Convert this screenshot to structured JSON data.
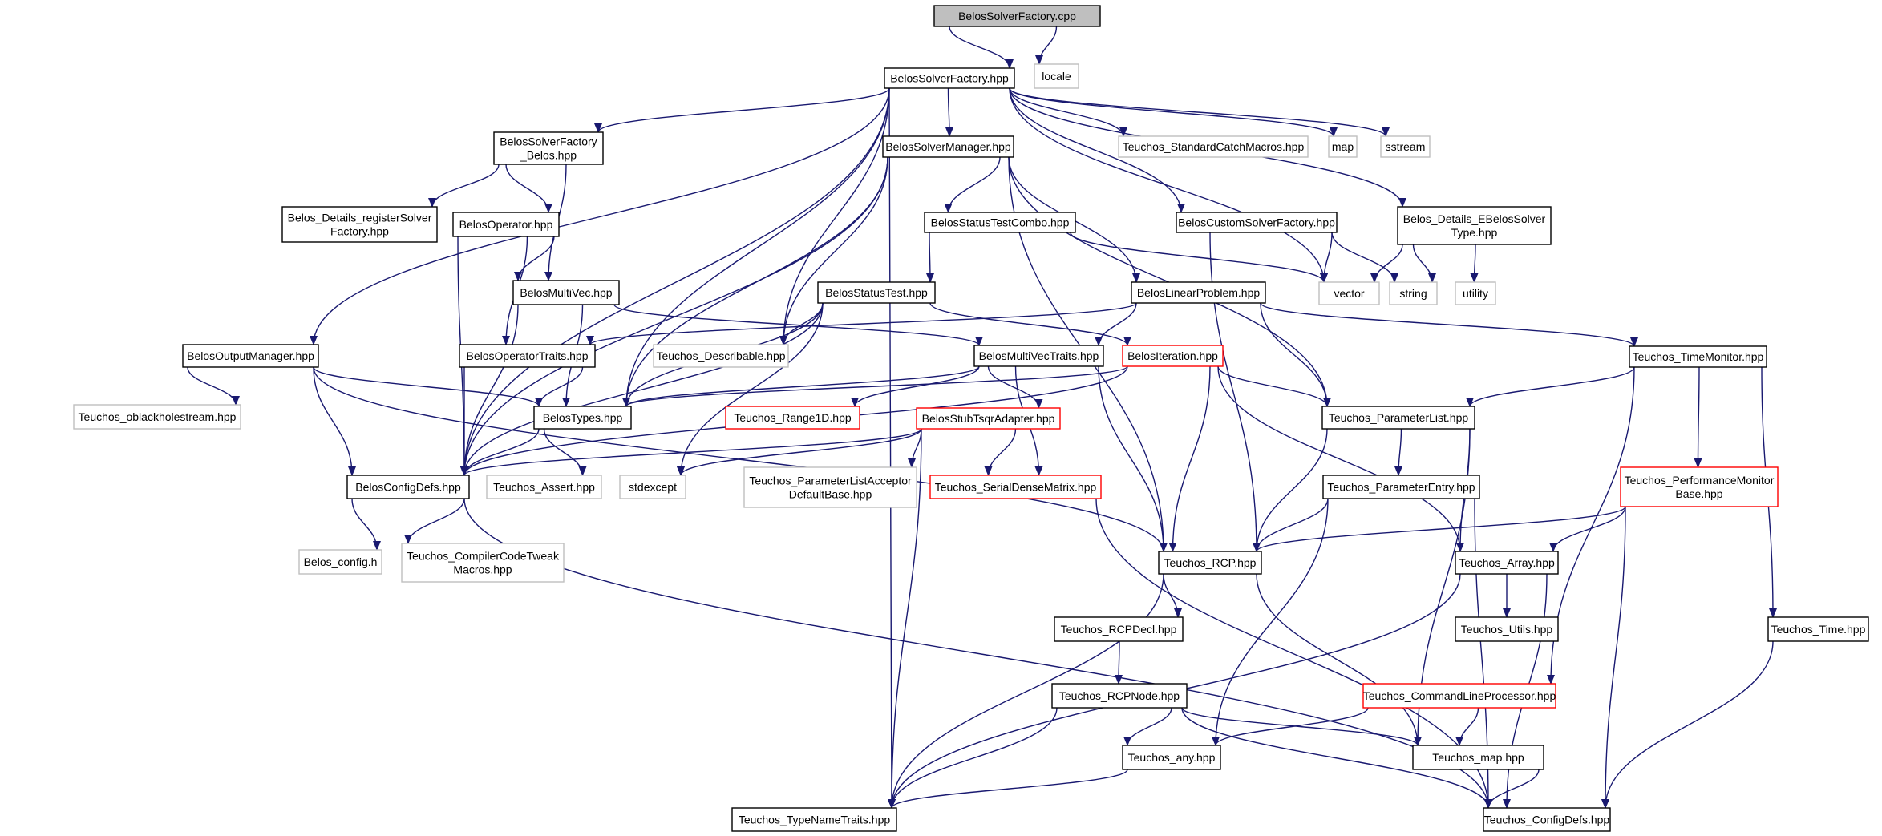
{
  "colors": {
    "background": "#ffffff",
    "edge": "#191970",
    "node_border_normal": "#000000",
    "node_border_external": "#bfbfbf",
    "node_border_truncated": "#ff0000",
    "node_fill_root": "#bfbfbf",
    "node_fill": "#ffffff",
    "text": "#000000"
  },
  "nodes": [
    {
      "id": "root",
      "lines": [
        "BelosSolverFactory.cpp"
      ],
      "kind": "root"
    },
    {
      "id": "bsf_hpp",
      "lines": [
        "BelosSolverFactory.hpp"
      ],
      "kind": "normal"
    },
    {
      "id": "locale",
      "lines": [
        "locale"
      ],
      "kind": "external"
    },
    {
      "id": "bsf_belos",
      "lines": [
        "BelosSolverFactory",
        "_Belos.hpp"
      ],
      "kind": "normal"
    },
    {
      "id": "bsm",
      "lines": [
        "BelosSolverManager.hpp"
      ],
      "kind": "normal"
    },
    {
      "id": "t_scm",
      "lines": [
        "Teuchos_StandardCatchMacros.hpp"
      ],
      "kind": "external"
    },
    {
      "id": "map",
      "lines": [
        "map"
      ],
      "kind": "external"
    },
    {
      "id": "sstream",
      "lines": [
        "sstream"
      ],
      "kind": "external"
    },
    {
      "id": "b_reg",
      "lines": [
        "Belos_Details_registerSolver",
        "Factory.hpp"
      ],
      "kind": "normal"
    },
    {
      "id": "b_op",
      "lines": [
        "BelosOperator.hpp"
      ],
      "kind": "normal"
    },
    {
      "id": "bstc",
      "lines": [
        "BelosStatusTestCombo.hpp"
      ],
      "kind": "normal"
    },
    {
      "id": "bcsf",
      "lines": [
        "BelosCustomSolverFactory.hpp"
      ],
      "kind": "normal"
    },
    {
      "id": "b_ebs",
      "lines": [
        "Belos_Details_EBelosSolver",
        "Type.hpp"
      ],
      "kind": "normal"
    },
    {
      "id": "bmv",
      "lines": [
        "BelosMultiVec.hpp"
      ],
      "kind": "normal"
    },
    {
      "id": "bst",
      "lines": [
        "BelosStatusTest.hpp"
      ],
      "kind": "normal"
    },
    {
      "id": "blp",
      "lines": [
        "BelosLinearProblem.hpp"
      ],
      "kind": "normal"
    },
    {
      "id": "vector",
      "lines": [
        "vector"
      ],
      "kind": "external"
    },
    {
      "id": "string",
      "lines": [
        "string"
      ],
      "kind": "external"
    },
    {
      "id": "utility",
      "lines": [
        "utility"
      ],
      "kind": "external"
    },
    {
      "id": "bom",
      "lines": [
        "BelosOutputManager.hpp"
      ],
      "kind": "normal"
    },
    {
      "id": "bot",
      "lines": [
        "BelosOperatorTraits.hpp"
      ],
      "kind": "normal"
    },
    {
      "id": "t_desc",
      "lines": [
        "Teuchos_Describable.hpp"
      ],
      "kind": "external"
    },
    {
      "id": "bmvt",
      "lines": [
        "BelosMultiVecTraits.hpp"
      ],
      "kind": "normal"
    },
    {
      "id": "biter",
      "lines": [
        "BelosIteration.hpp"
      ],
      "kind": "truncated"
    },
    {
      "id": "t_tm",
      "lines": [
        "Teuchos_TimeMonitor.hpp"
      ],
      "kind": "normal"
    },
    {
      "id": "t_obh",
      "lines": [
        "Teuchos_oblackholestream.hpp"
      ],
      "kind": "external"
    },
    {
      "id": "btypes",
      "lines": [
        "BelosTypes.hpp"
      ],
      "kind": "normal"
    },
    {
      "id": "t_r1d",
      "lines": [
        "Teuchos_Range1D.hpp"
      ],
      "kind": "truncated"
    },
    {
      "id": "bsta",
      "lines": [
        "BelosStubTsqrAdapter.hpp"
      ],
      "kind": "truncated"
    },
    {
      "id": "t_pl",
      "lines": [
        "Teuchos_ParameterList.hpp"
      ],
      "kind": "normal"
    },
    {
      "id": "bcd",
      "lines": [
        "BelosConfigDefs.hpp"
      ],
      "kind": "normal"
    },
    {
      "id": "t_assert",
      "lines": [
        "Teuchos_Assert.hpp"
      ],
      "kind": "external"
    },
    {
      "id": "stdexcept",
      "lines": [
        "stdexcept"
      ],
      "kind": "external"
    },
    {
      "id": "t_plada",
      "lines": [
        "Teuchos_ParameterListAcceptor",
        "DefaultBase.hpp"
      ],
      "kind": "external"
    },
    {
      "id": "t_sdm",
      "lines": [
        "Teuchos_SerialDenseMatrix.hpp"
      ],
      "kind": "truncated"
    },
    {
      "id": "t_pe",
      "lines": [
        "Teuchos_ParameterEntry.hpp"
      ],
      "kind": "normal"
    },
    {
      "id": "t_pmb",
      "lines": [
        "Teuchos_PerformanceMonitor",
        "Base.hpp"
      ],
      "kind": "truncated"
    },
    {
      "id": "b_config",
      "lines": [
        "Belos_config.h"
      ],
      "kind": "external"
    },
    {
      "id": "t_cct",
      "lines": [
        "Teuchos_CompilerCodeTweak",
        "Macros.hpp"
      ],
      "kind": "external"
    },
    {
      "id": "t_rcp",
      "lines": [
        "Teuchos_RCP.hpp"
      ],
      "kind": "normal"
    },
    {
      "id": "t_array",
      "lines": [
        "Teuchos_Array.hpp"
      ],
      "kind": "normal"
    },
    {
      "id": "t_rcpdecl",
      "lines": [
        "Teuchos_RCPDecl.hpp"
      ],
      "kind": "normal"
    },
    {
      "id": "t_utils",
      "lines": [
        "Teuchos_Utils.hpp"
      ],
      "kind": "normal"
    },
    {
      "id": "t_time",
      "lines": [
        "Teuchos_Time.hpp"
      ],
      "kind": "normal"
    },
    {
      "id": "t_rcpnode",
      "lines": [
        "Teuchos_RCPNode.hpp"
      ],
      "kind": "normal"
    },
    {
      "id": "t_clp",
      "lines": [
        "Teuchos_CommandLineProcessor.hpp"
      ],
      "kind": "truncated"
    },
    {
      "id": "t_any",
      "lines": [
        "Teuchos_any.hpp"
      ],
      "kind": "normal"
    },
    {
      "id": "t_map",
      "lines": [
        "Teuchos_map.hpp"
      ],
      "kind": "normal"
    },
    {
      "id": "t_tnt",
      "lines": [
        "Teuchos_TypeNameTraits.hpp"
      ],
      "kind": "normal"
    },
    {
      "id": "t_cd",
      "lines": [
        "Teuchos_ConfigDefs.hpp"
      ],
      "kind": "normal"
    }
  ],
  "edges": [
    [
      "root",
      "bsf_hpp"
    ],
    [
      "root",
      "locale"
    ],
    [
      "bsf_hpp",
      "bsf_belos"
    ],
    [
      "bsf_hpp",
      "bsm"
    ],
    [
      "bsf_hpp",
      "t_scm"
    ],
    [
      "bsf_hpp",
      "map"
    ],
    [
      "bsf_hpp",
      "sstream"
    ],
    [
      "bsf_hpp",
      "bcsf"
    ],
    [
      "bsf_hpp",
      "b_ebs"
    ],
    [
      "bsf_hpp",
      "bom"
    ],
    [
      "bsf_hpp",
      "bcd"
    ],
    [
      "bsf_hpp",
      "t_tnt"
    ],
    [
      "bsf_hpp",
      "t_desc"
    ],
    [
      "bsf_hpp",
      "vector"
    ],
    [
      "bsf_hpp",
      "btypes"
    ],
    [
      "bsf_belos",
      "b_reg"
    ],
    [
      "bsf_belos",
      "b_op"
    ],
    [
      "bsf_belos",
      "bmv"
    ],
    [
      "bsm",
      "bstc"
    ],
    [
      "bsm",
      "blp"
    ],
    [
      "bsm",
      "t_desc"
    ],
    [
      "bsm",
      "btypes"
    ],
    [
      "bsm",
      "bcd"
    ],
    [
      "bsm",
      "t_rcp"
    ],
    [
      "bsm",
      "t_pl"
    ],
    [
      "bstc",
      "bst"
    ],
    [
      "bstc",
      "vector"
    ],
    [
      "bcsf",
      "vector"
    ],
    [
      "bcsf",
      "string"
    ],
    [
      "bcsf",
      "t_rcp"
    ],
    [
      "b_ebs",
      "vector"
    ],
    [
      "b_ebs",
      "string"
    ],
    [
      "b_ebs",
      "utility"
    ],
    [
      "b_op",
      "bmv"
    ],
    [
      "b_op",
      "bot"
    ],
    [
      "b_op",
      "bcd"
    ],
    [
      "bmv",
      "bmvt"
    ],
    [
      "bmv",
      "btypes"
    ],
    [
      "bmv",
      "bcd"
    ],
    [
      "bst",
      "t_desc"
    ],
    [
      "bst",
      "btypes"
    ],
    [
      "bst",
      "biter"
    ],
    [
      "bst",
      "stdexcept"
    ],
    [
      "bst",
      "bcd"
    ],
    [
      "blp",
      "bmvt"
    ],
    [
      "blp",
      "bot"
    ],
    [
      "blp",
      "t_pl"
    ],
    [
      "blp",
      "t_tm"
    ],
    [
      "bom",
      "t_obh"
    ],
    [
      "bom",
      "btypes"
    ],
    [
      "bom",
      "bcd"
    ],
    [
      "bom",
      "t_rcp"
    ],
    [
      "bot",
      "btypes"
    ],
    [
      "bot",
      "bcd"
    ],
    [
      "bmvt",
      "t_r1d"
    ],
    [
      "bmvt",
      "bsta"
    ],
    [
      "bmvt",
      "t_sdm"
    ],
    [
      "bmvt",
      "t_rcp"
    ],
    [
      "bmvt",
      "btypes"
    ],
    [
      "biter",
      "btypes"
    ],
    [
      "biter",
      "bcd"
    ],
    [
      "biter",
      "t_pl"
    ],
    [
      "biter",
      "t_rcp"
    ],
    [
      "biter",
      "t_array"
    ],
    [
      "bsta",
      "bcd"
    ],
    [
      "bsta",
      "stdexcept"
    ],
    [
      "bsta",
      "t_plada"
    ],
    [
      "bsta",
      "t_sdm"
    ],
    [
      "bsta",
      "t_tnt"
    ],
    [
      "btypes",
      "bcd"
    ],
    [
      "btypes",
      "t_assert"
    ],
    [
      "bcd",
      "b_config"
    ],
    [
      "bcd",
      "t_cct"
    ],
    [
      "bcd",
      "t_cd"
    ],
    [
      "t_tm",
      "t_pl"
    ],
    [
      "t_tm",
      "t_pmb"
    ],
    [
      "t_tm",
      "t_time"
    ],
    [
      "t_tm",
      "t_clp"
    ],
    [
      "t_pl",
      "t_pe"
    ],
    [
      "t_pl",
      "t_rcp"
    ],
    [
      "t_pl",
      "t_array"
    ],
    [
      "t_pl",
      "t_map"
    ],
    [
      "t_pe",
      "t_rcp"
    ],
    [
      "t_pe",
      "t_any"
    ],
    [
      "t_pe",
      "t_cd"
    ],
    [
      "t_pmb",
      "t_rcp"
    ],
    [
      "t_pmb",
      "t_array"
    ],
    [
      "t_pmb",
      "t_cd"
    ],
    [
      "t_sdm",
      "t_cd"
    ],
    [
      "t_rcp",
      "t_rcpdecl"
    ],
    [
      "t_rcp",
      "t_tnt"
    ],
    [
      "t_rcp",
      "t_map"
    ],
    [
      "t_rcpdecl",
      "t_rcpnode"
    ],
    [
      "t_rcpnode",
      "t_any"
    ],
    [
      "t_rcpnode",
      "t_map"
    ],
    [
      "t_rcpnode",
      "t_tnt"
    ],
    [
      "t_rcpnode",
      "t_cd"
    ],
    [
      "t_array",
      "t_utils"
    ],
    [
      "t_array",
      "t_tnt"
    ],
    [
      "t_array",
      "t_cd"
    ],
    [
      "t_clp",
      "t_any"
    ],
    [
      "t_clp",
      "t_map"
    ],
    [
      "t_any",
      "t_tnt"
    ],
    [
      "t_map",
      "t_cd"
    ],
    [
      "t_time",
      "t_cd"
    ]
  ]
}
